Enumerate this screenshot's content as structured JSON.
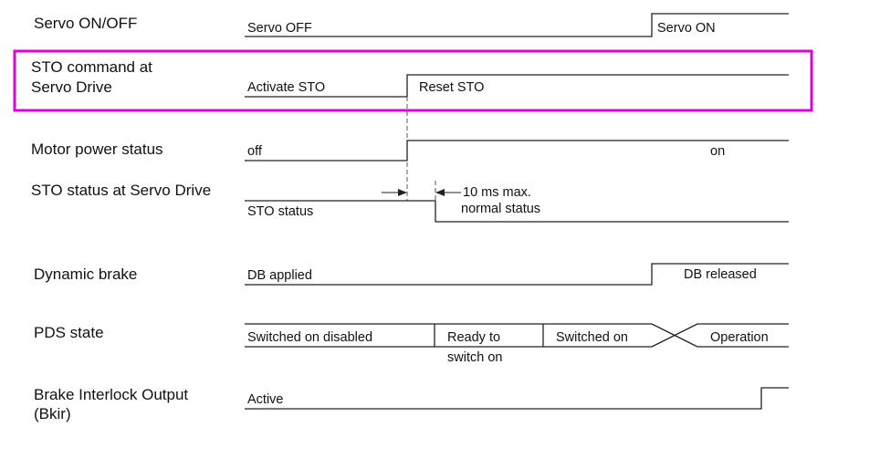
{
  "colors": {
    "highlight": "#e000e0",
    "line": "#222222",
    "text": "#111111",
    "background": "#ffffff"
  },
  "rows": {
    "servo": {
      "label": [
        "Servo ON/OFF"
      ],
      "state_low": "Servo OFF",
      "state_high": "Servo ON"
    },
    "sto_command": {
      "label": [
        "STO command at",
        "Servo Drive"
      ],
      "state_low": "Activate STO",
      "state_high": "Reset STO"
    },
    "motor_power": {
      "label": [
        "Motor power status"
      ],
      "state_low": "off",
      "state_high": "on"
    },
    "sto_status": {
      "label": [
        "STO status at Servo Drive"
      ],
      "state_high": "STO status",
      "state_low": "normal status",
      "delay_annotation": "10 ms max."
    },
    "dynamic_brake": {
      "label": [
        "Dynamic brake"
      ],
      "state_low": "DB applied",
      "state_high": "DB released"
    },
    "pds_state": {
      "label": [
        "PDS state"
      ],
      "segments": [
        [
          "Switched on disabled"
        ],
        [
          "Ready to",
          "switch on"
        ],
        [
          "Switched on"
        ],
        [
          "Operation"
        ]
      ]
    },
    "brake_interlock": {
      "label": [
        "Brake Interlock Output",
        "(Bkir)"
      ],
      "state_low": "Active"
    }
  }
}
